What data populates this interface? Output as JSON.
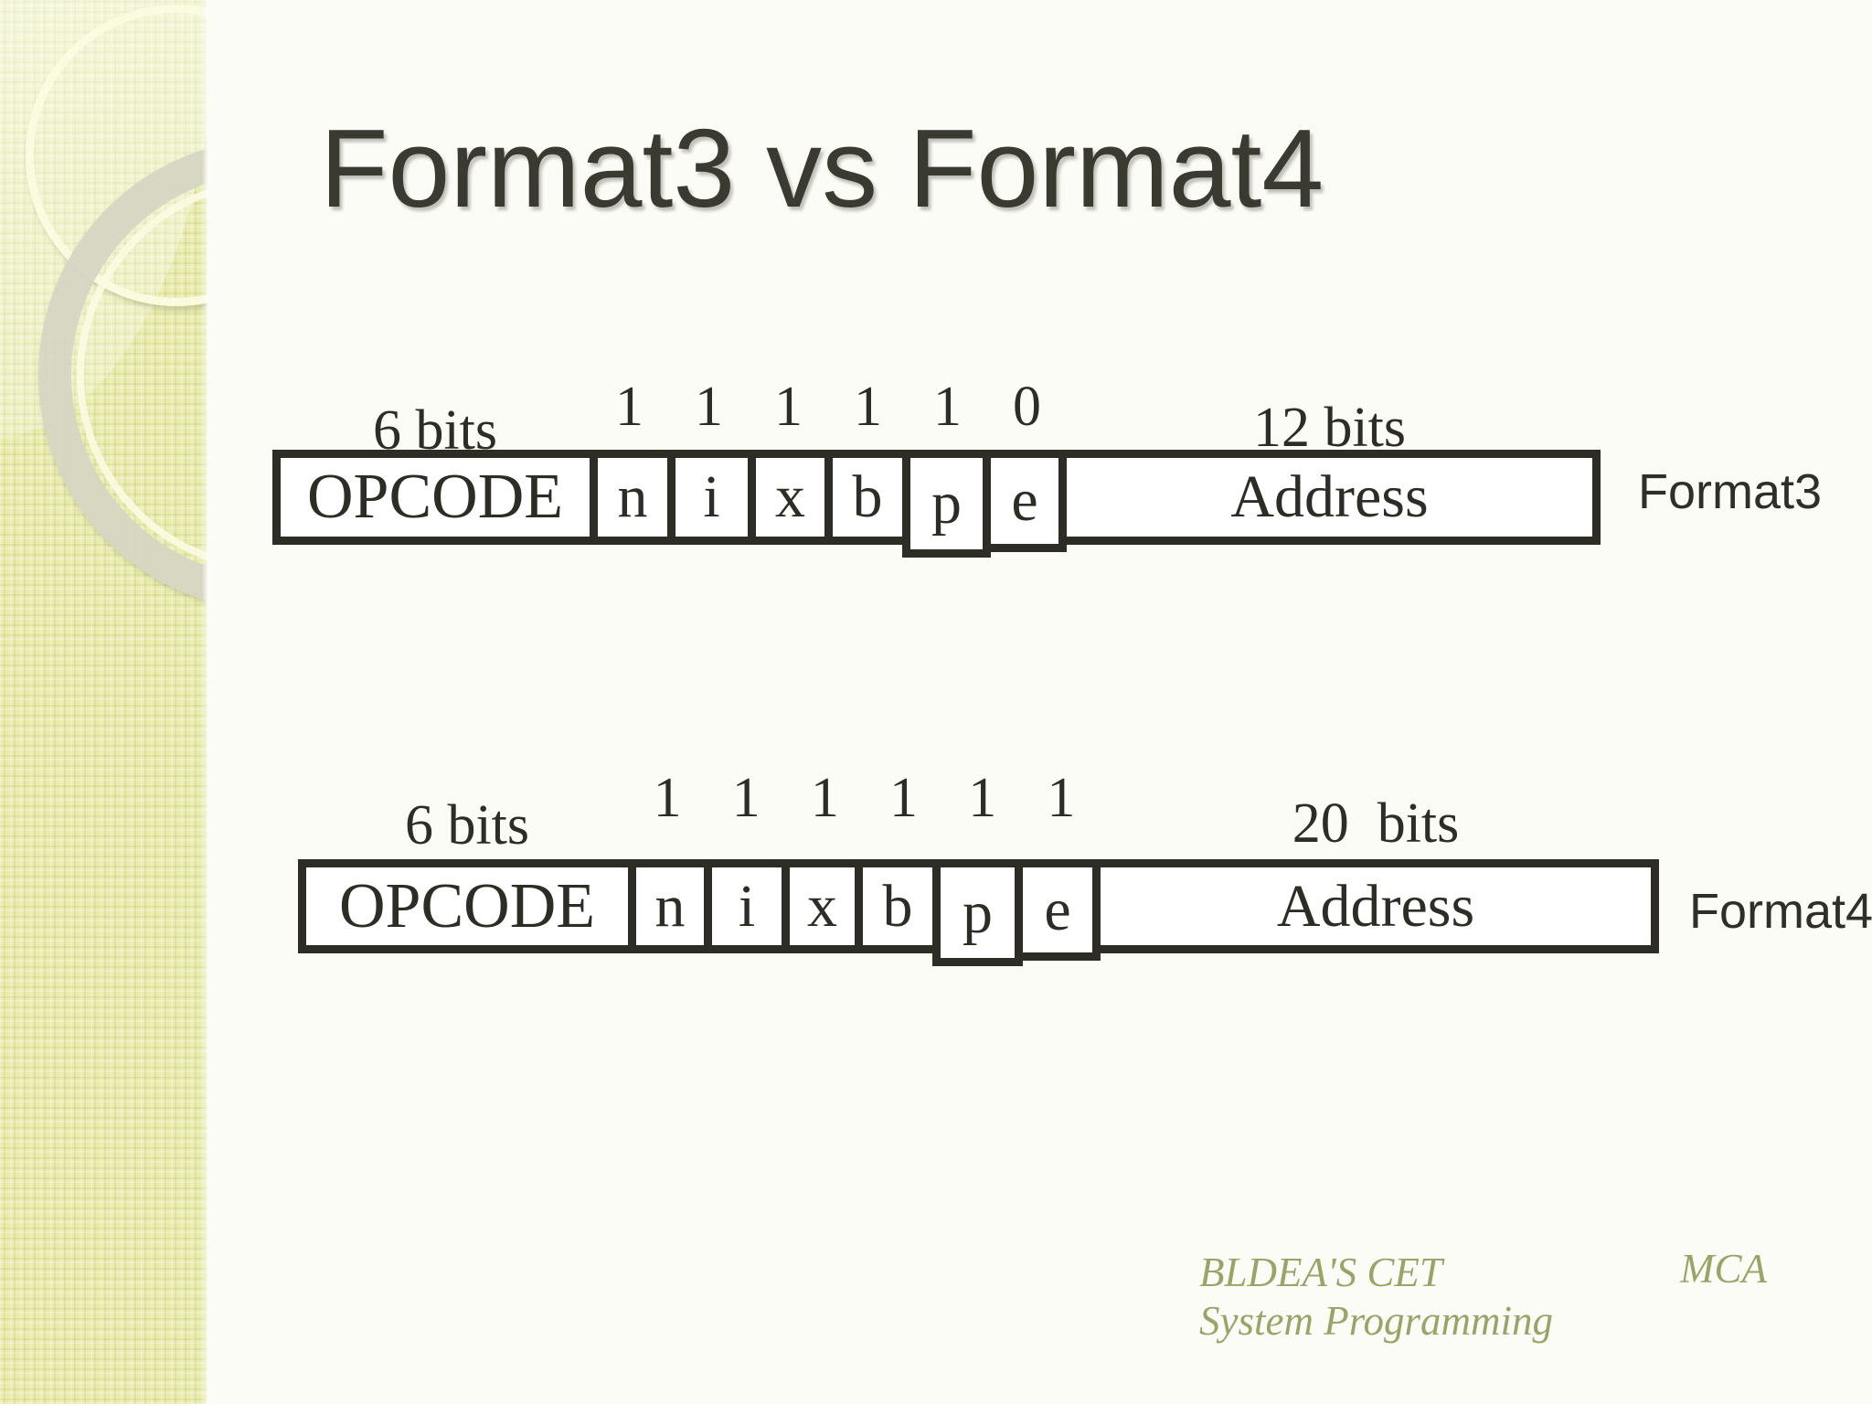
{
  "slide": {
    "title": "Format3 vs Format4",
    "colors": {
      "background": "#fcfcf6",
      "sidebar": "#e9ecad",
      "diagram_ink": "#2d2c25",
      "title_ink": "#3a3a31",
      "footer_accent": "#9aa469"
    }
  },
  "diagrams": [
    {
      "format_label": "Format3",
      "opcode_bits_label": "6 bits",
      "address_bits_label": "12 bits",
      "opcode_label": "OPCODE",
      "flag_labels": [
        "n",
        "i",
        "x",
        "b",
        "p",
        "e"
      ],
      "flag_bits": [
        "1",
        "1",
        "1",
        "1",
        "1",
        "0"
      ],
      "address_label": "Address"
    },
    {
      "format_label": "Format4",
      "opcode_bits_label": "6 bits",
      "address_bits_label": "20  bits",
      "opcode_label": "OPCODE",
      "flag_labels": [
        "n",
        "i",
        "x",
        "b",
        "p",
        "e"
      ],
      "flag_bits": [
        "1",
        "1",
        "1",
        "1",
        "1",
        "1"
      ],
      "address_label": "Address"
    }
  ],
  "footer": {
    "institution": "BLDEA'S CET",
    "course": "System Programming",
    "program": "MCA"
  }
}
